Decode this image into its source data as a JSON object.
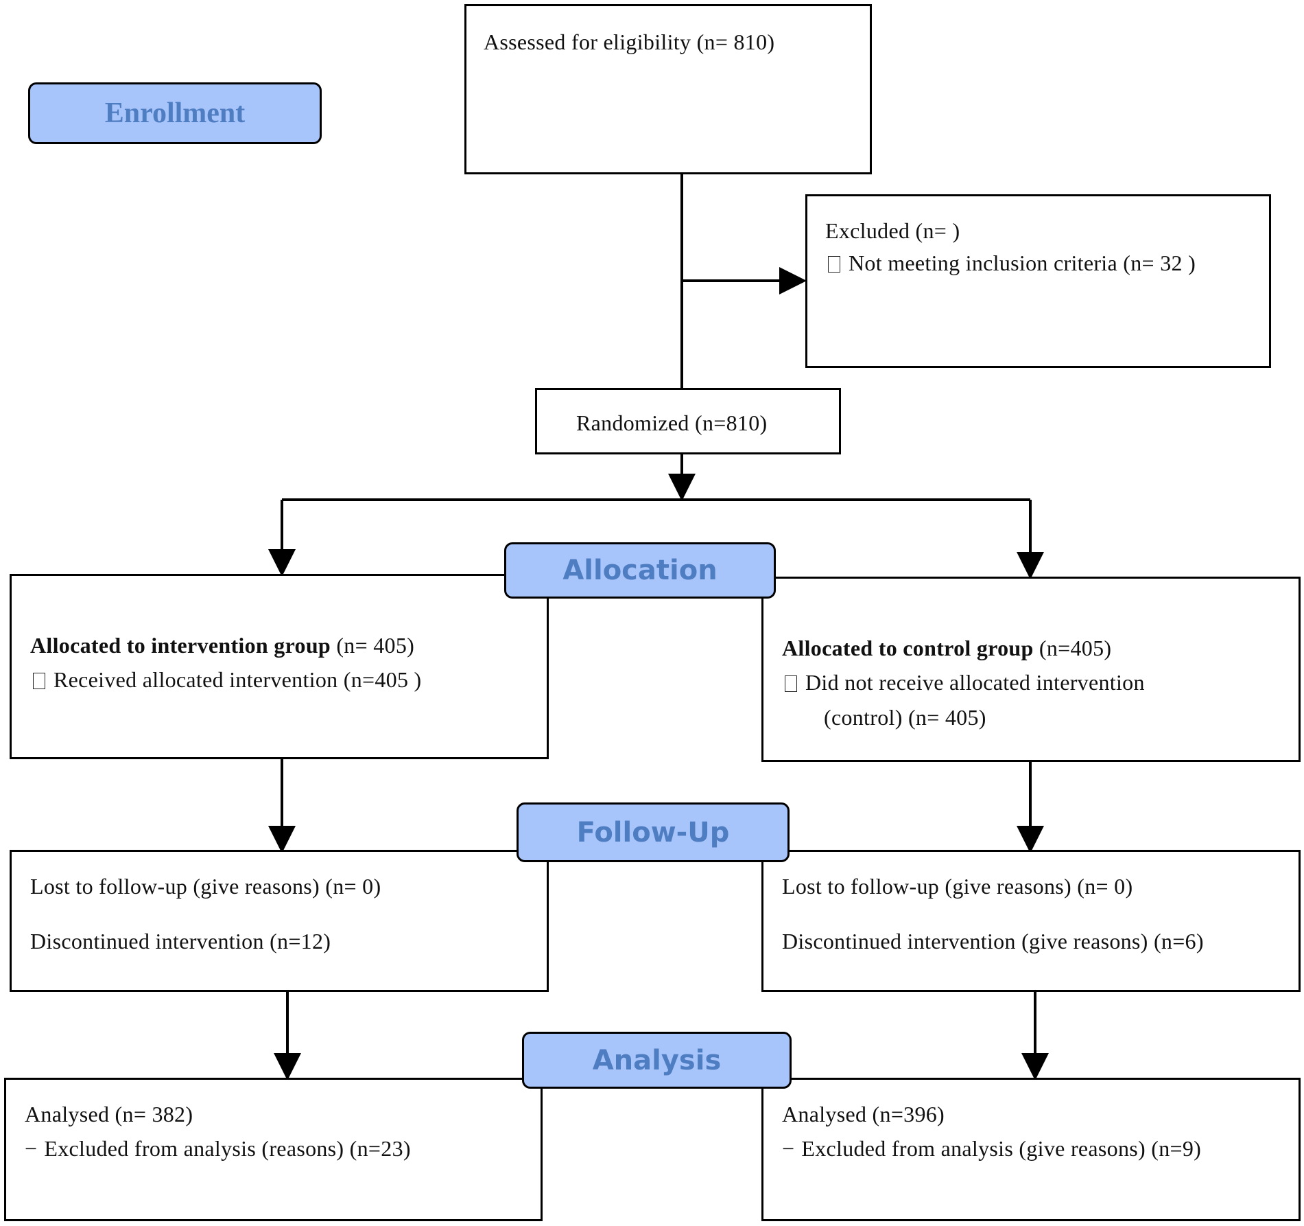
{
  "stages": {
    "enrollment": "Enrollment",
    "allocation": "Allocation",
    "followup": "Follow-Up",
    "analysis": "Analysis"
  },
  "eligibility": {
    "text": "Assessed for eligibility (n= 810)"
  },
  "excluded": {
    "title": "Excluded  (n=    )",
    "item": "Not meeting inclusion criteria (n= 32 )"
  },
  "randomized": {
    "text": "Randomized (n=810)"
  },
  "intervention": {
    "allocated_bold": "Allocated to intervention group",
    "allocated_n": " (n= 405)",
    "received": "Received allocated intervention (n=405  )",
    "lost": "Lost to follow-up (give reasons) (n= 0)",
    "discontinued": "Discontinued intervention (n=12)",
    "analysed": "Analysed (n= 382)",
    "excluded_analysis": "Excluded from analysis (reasons) (n=23)"
  },
  "control": {
    "allocated_bold": "Allocated to control group",
    "allocated_n": " (n=405)",
    "not_received_1": "Did not receive allocated intervention",
    "not_received_2": "(control) (n= 405)",
    "lost": "Lost to follow-up (give reasons) (n= 0)",
    "discontinued": "Discontinued intervention (give reasons) (n=6)",
    "analysed": "Analysed (n=396)",
    "excluded_analysis": "Excluded from analysis (give reasons) (n=9)"
  },
  "glyphs": {
    "box_mark": "",
    "dash_mark": "−"
  }
}
